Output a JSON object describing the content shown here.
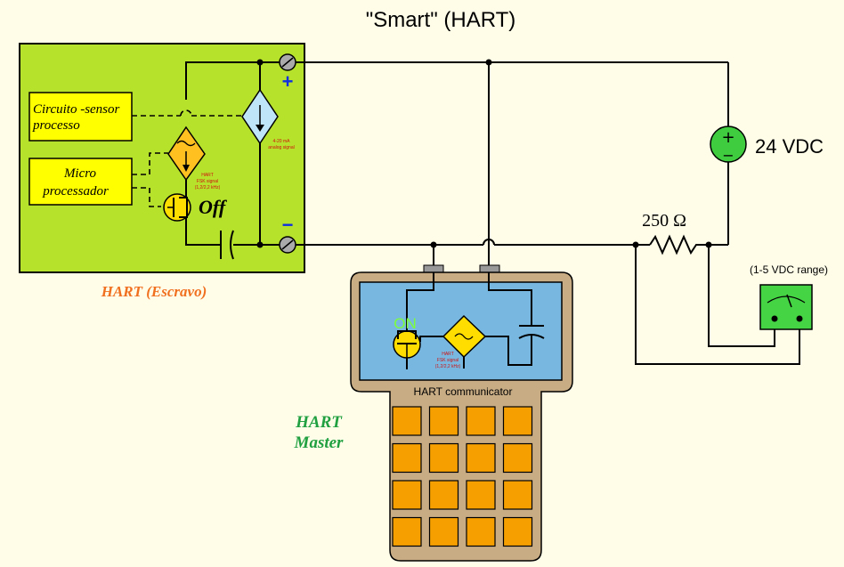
{
  "title": "\"Smart\" (HART)",
  "transmitter": {
    "sensor_box": [
      "Circuito -sensor",
      "processo"
    ],
    "micro_box": [
      "Micro",
      "processador"
    ],
    "off_label": "Off",
    "source_label": [
      "4-20 mA",
      "analog signal"
    ],
    "fsk_label": [
      "HART",
      "FSK signal",
      "(1,2/2,2 kHz)"
    ],
    "plus": "+",
    "minus": "−",
    "caption": "HART (Escravo)",
    "color": "#b7e22b"
  },
  "supply": {
    "label": "24 VDC",
    "plus": "+",
    "minus": "−",
    "color": "#3fcc3f"
  },
  "resistor": {
    "label": "250 Ω"
  },
  "meter": {
    "range_label": "(1-5 VDC range)",
    "color": "#44d444"
  },
  "communicator": {
    "on_label": "ON",
    "fsk_label": [
      "HART",
      "FSK signal",
      "(1,2/2,2 kHz)"
    ],
    "name": "HART communicator",
    "caption": [
      "HART",
      "Master"
    ],
    "body_color": "#c8ac84",
    "screen_color": "#78b8e0",
    "key_color": "#f5a000",
    "key_rows": 4,
    "key_cols": 4
  }
}
